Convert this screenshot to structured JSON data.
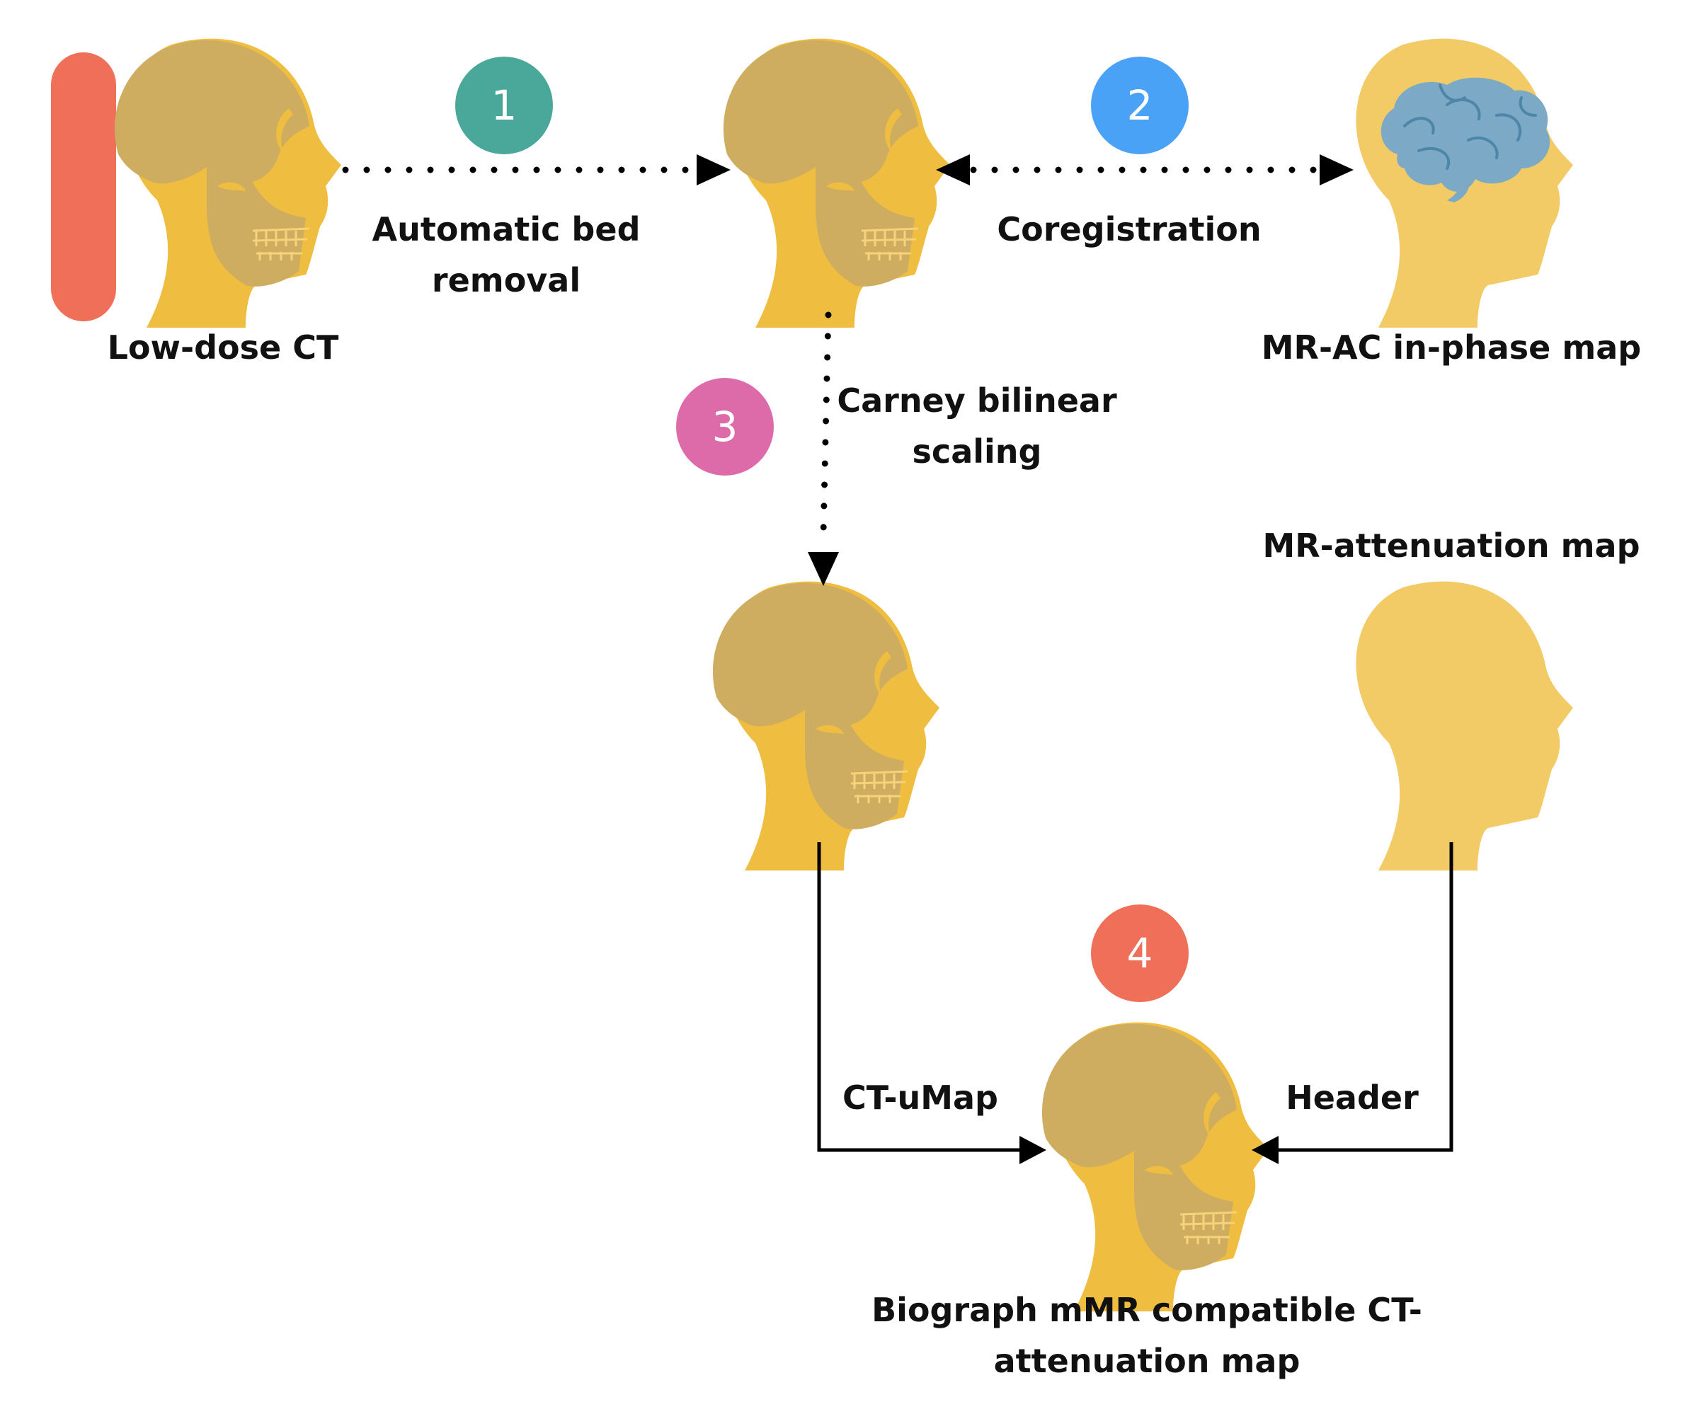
{
  "steps": [
    {
      "number": "1",
      "color": "#4AA89B"
    },
    {
      "number": "2",
      "color": "#4AA2F6"
    },
    {
      "number": "3",
      "color": "#DE6BA9"
    },
    {
      "number": "4",
      "color": "#EF6F58"
    }
  ],
  "labels": {
    "low_dose_ct": "Low-dose CT",
    "bed_removal_line1": "Automatic bed",
    "bed_removal_line2": "removal",
    "coregistration": "Coregistration",
    "mrac_in_phase": "MR-AC in-phase map",
    "carney_line1": "Carney bilinear",
    "carney_line2": "scaling",
    "mr_attenuation": "MR-attenuation map",
    "ct_umap": "CT-uMap",
    "header": "Header",
    "biograph_line1": "Biograph mMR compatible CT-",
    "biograph_line2": "attenuation map"
  },
  "colors": {
    "skin": "#EFBD40",
    "skull": "#CEAD60",
    "skull_line": "#F5D37A",
    "plain_head": "#F2CA66",
    "brain": "#7BA9C6",
    "brain_line": "#4F86A8",
    "ct_bed": "#EF6F58",
    "line": "#000000"
  }
}
